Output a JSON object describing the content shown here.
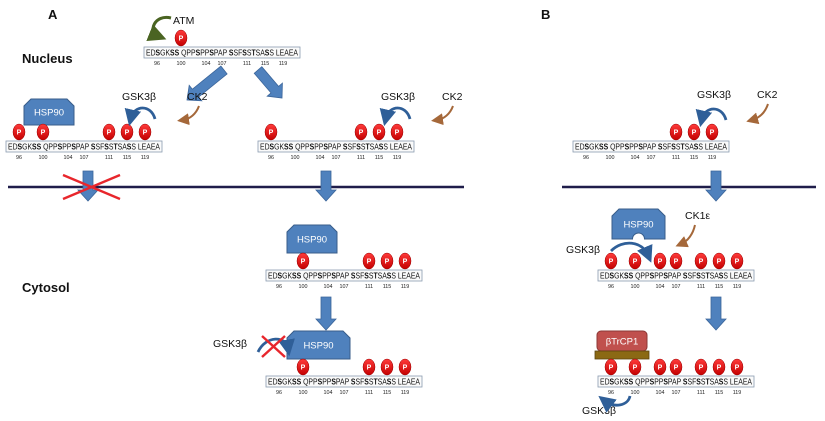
{
  "panels": {
    "a": "A",
    "b": "B"
  },
  "compartments": {
    "nucleus": "Nucleus",
    "cytosol": "Cytosol"
  },
  "kinases": {
    "atm": "ATM",
    "gsk3b": "GSK3β",
    "ck2": "CK2",
    "ck1e": "CK1ε",
    "hsp90": "HSP90",
    "btrcp1": "βTrCP1"
  },
  "phospho_label": "P",
  "sequence": {
    "segments": [
      "ED",
      "S",
      "GK",
      "SS",
      " QPP",
      "S",
      "PP",
      "S",
      "PAP ",
      "S",
      "SF",
      "S",
      "S",
      "T",
      "SA",
      "S",
      "S",
      " LEAEA"
    ],
    "bold": [
      false,
      true,
      false,
      true,
      false,
      true,
      false,
      true,
      false,
      true,
      false,
      true,
      false,
      true,
      false,
      true,
      false,
      false
    ],
    "positions": [
      "96",
      "100",
      "104",
      "107",
      "111",
      "115",
      "119"
    ]
  },
  "colors": {
    "arrow": "#4f81bd",
    "arrow_dark": "#3b659a",
    "hsp90_fill": "#4f81bd",
    "btrcp_fill": "#c0504d",
    "btrcp_base": "#8b6914",
    "phospho": "#dd0000",
    "ck_arrow": "#a5683a",
    "atm_arrow": "#4a6422",
    "membrane": "#1f1d4a",
    "cross": "#e8262c"
  }
}
